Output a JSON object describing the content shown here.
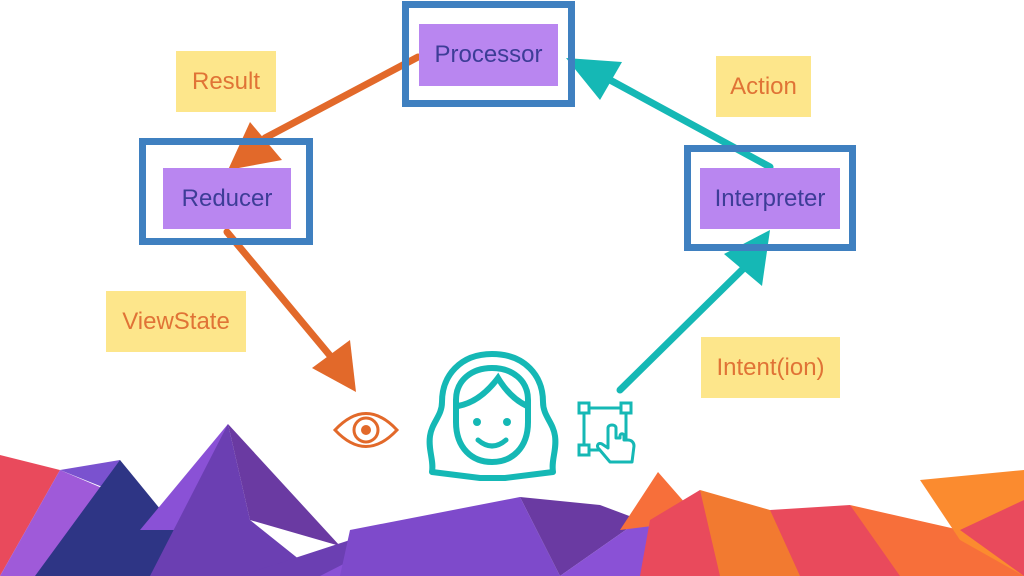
{
  "colors": {
    "frame": "#3f80c0",
    "node_fill": "#b986f0",
    "node_text": "#3d3d97",
    "label_bg": "#fde68b",
    "label_text": "#e07336",
    "orange_arrow": "#e2692a",
    "teal_arrow": "#15b8b5"
  },
  "nodes": {
    "processor": "Processor",
    "reducer": "Reducer",
    "interpreter": "Interpreter"
  },
  "labels": {
    "result": "Result",
    "action": "Action",
    "viewstate": "ViewState",
    "intention": "Intent(ion)"
  },
  "icons": {
    "eye": "eye-icon",
    "user": "user-face-icon",
    "touch": "touch-select-icon"
  }
}
